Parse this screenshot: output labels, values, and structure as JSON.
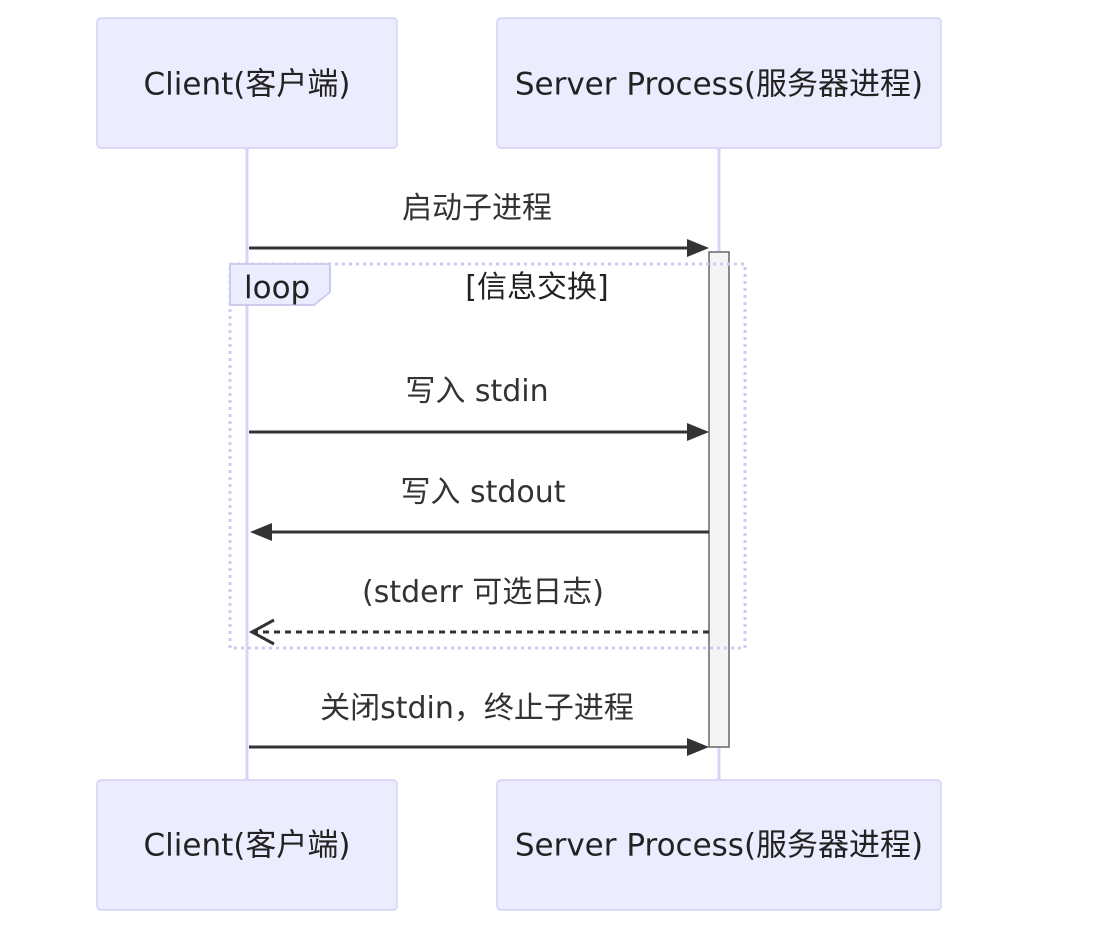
{
  "participants": [
    {
      "id": "client",
      "label": "Client(客户端)"
    },
    {
      "id": "server",
      "label": "Server Process(服务器进程)"
    }
  ],
  "messages": [
    {
      "from": "client",
      "to": "server",
      "text": "启动子进程",
      "style": "solid"
    },
    {
      "from": "client",
      "to": "server",
      "text": "写入 stdin",
      "style": "solid"
    },
    {
      "from": "server",
      "to": "client",
      "text": "写入 stdout",
      "style": "solid"
    },
    {
      "from": "server",
      "to": "client",
      "text": "(stderr 可选日志)",
      "style": "dashed"
    },
    {
      "from": "client",
      "to": "server",
      "text": "关闭stdin，终止子进程",
      "style": "solid"
    }
  ],
  "loop": {
    "label": "loop",
    "condition": "[信息交换]"
  },
  "colors": {
    "actor_fill": "#ECECFF",
    "actor_border": "#D5D0F5",
    "lifeline": "#D9D4F7",
    "arrow": "#333333",
    "activation_fill": "#F4F4F4"
  }
}
